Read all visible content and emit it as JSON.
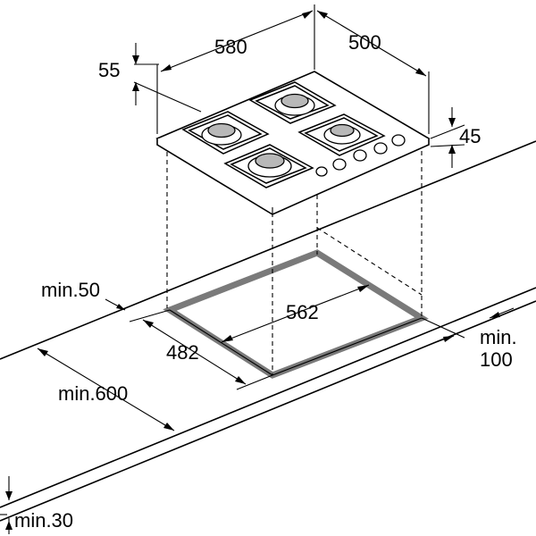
{
  "diagram": {
    "labels": {
      "hob_width": "580",
      "hob_depth": "500",
      "hob_frame_depth": "55",
      "hob_height": "45",
      "cutout_width": "562",
      "cutout_depth": "482",
      "min_side": "min.50",
      "min_front": "min.600",
      "min_rear_line1": "min.",
      "min_rear_line2": "100",
      "min_worktop": "min.30"
    },
    "hob": {
      "burner_count": 4,
      "knob_count": 5,
      "burner_color": "#b8b8b8"
    },
    "cutout_color": "#7a7a7a"
  }
}
